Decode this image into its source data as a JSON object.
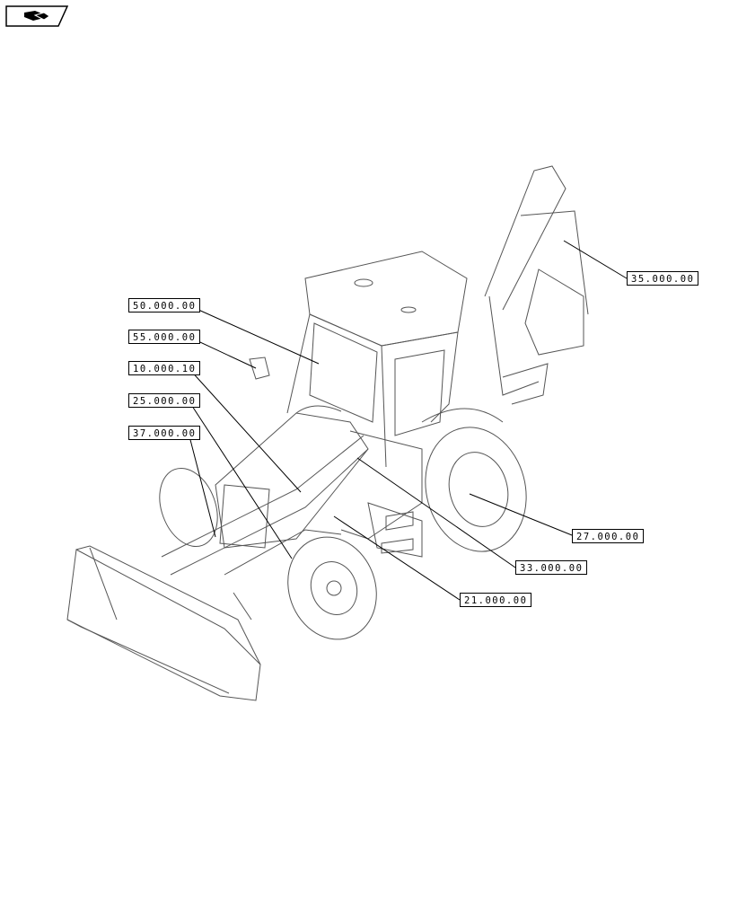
{
  "callouts": [
    {
      "id": "c35",
      "label": "35.000.00"
    },
    {
      "id": "c50",
      "label": "50.000.00"
    },
    {
      "id": "c55",
      "label": "55.000.00"
    },
    {
      "id": "c10",
      "label": "10.000.10"
    },
    {
      "id": "c25",
      "label": "25.000.00"
    },
    {
      "id": "c37",
      "label": "37.000.00"
    },
    {
      "id": "c27",
      "label": "27.000.00"
    },
    {
      "id": "c33",
      "label": "33.000.00"
    },
    {
      "id": "c21",
      "label": "21.000.00"
    }
  ],
  "icons": {
    "nav": "book-arrow-icon"
  },
  "colors": {
    "line": "#000000",
    "background": "#ffffff"
  }
}
